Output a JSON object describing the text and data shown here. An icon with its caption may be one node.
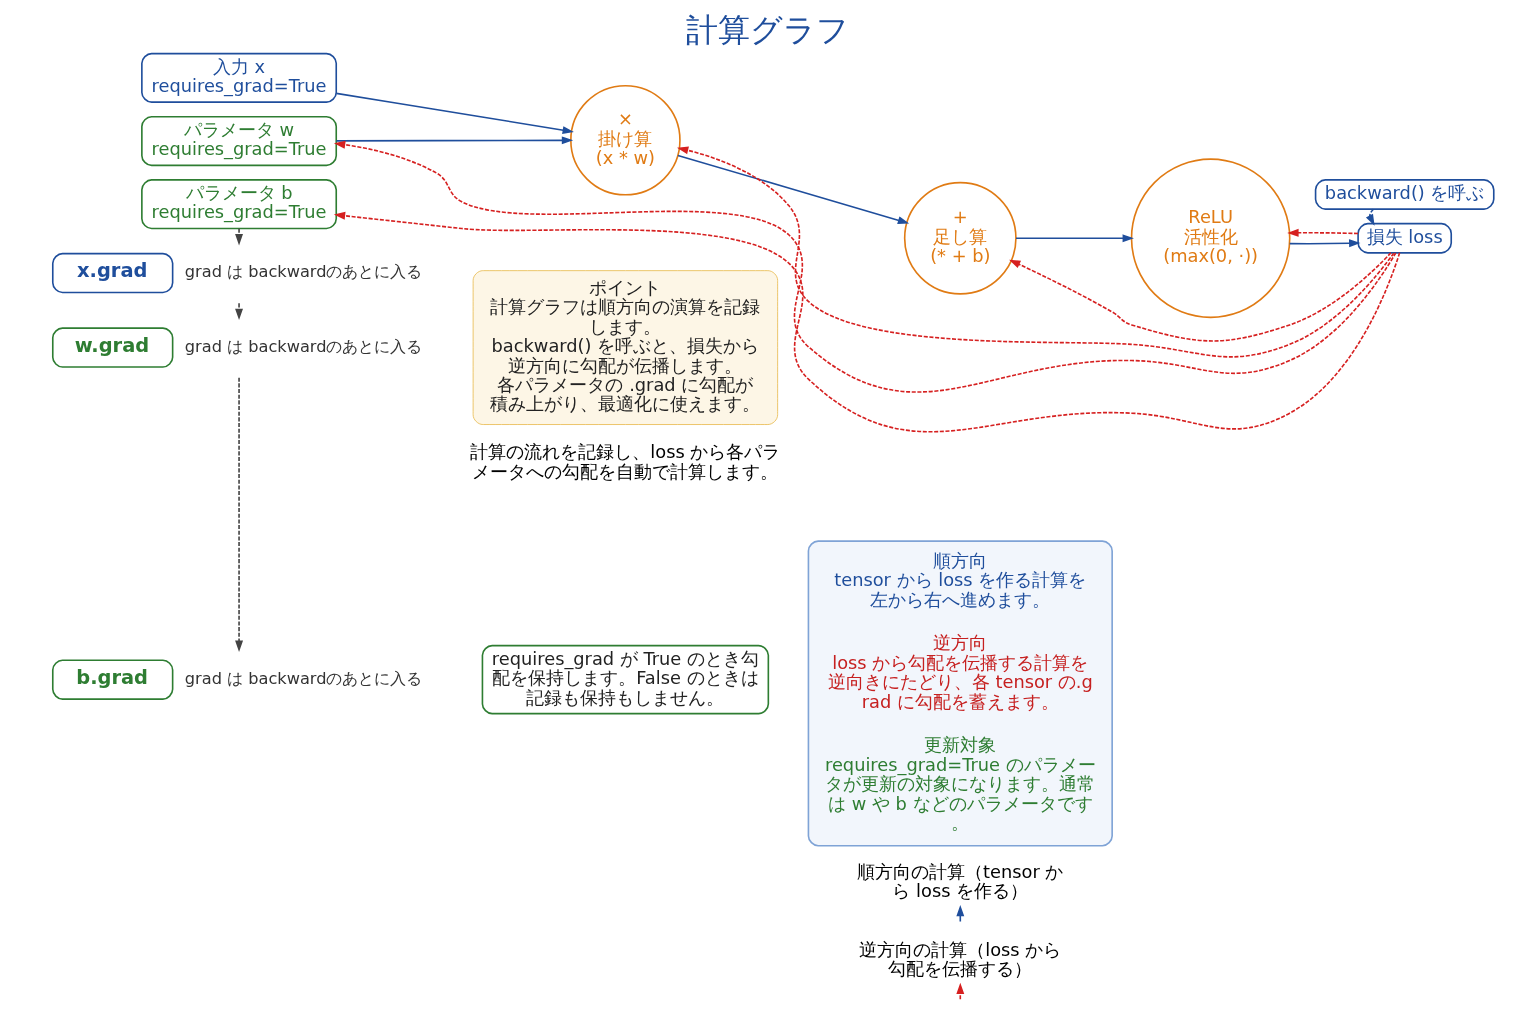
{
  "diagram": {
    "title": "計算グラフ",
    "nodes": [
      {
        "text": [
          "入力 x",
          "requires_grad=True"
        ]
      },
      {
        "text": [
          "パラメータ w",
          "requires_grad=True"
        ]
      },
      {
        "text": [
          "パラメータ b",
          "requires_grad=True"
        ]
      },
      {
        "text": [
          "×",
          "掛け算",
          "(x * w)"
        ]
      },
      {
        "text": [
          "+",
          "足し算",
          "(* + b)"
        ]
      },
      {
        "text": [
          "ReLU",
          "活性化",
          "(max(0, ·))"
        ]
      },
      {
        "text": [
          "損失 loss"
        ]
      },
      {
        "text": [
          "backward() を呼ぶ"
        ]
      },
      {
        "text": [
          "x.grad"
        ],
        "beside": [
          "grad は backwardのあとに入る"
        ]
      },
      {
        "text": [
          "w.grad"
        ],
        "beside": [
          "grad は backwardのあとに入る"
        ]
      },
      {
        "text": [
          "b.grad"
        ],
        "beside": [
          "grad は backwardのあとに入る"
        ]
      },
      {
        "text": [
          "requires_grad が True のとき勾配を保持します。False のときは記録も保持もしません。"
        ]
      },
      {
        "text": [],
        "shape": "box"
      },
      {
        "text": [
          "順方向",
          "tensor から loss を作る計算を左から右へ進めます。"
        ],
        "in": 12
      },
      {
        "text": [
          "逆方向",
          "loss から勾配を伝播する計算を逆向きにたどり、各 tensor の.grad に勾配を蓄えます。"
        ],
        "in": 12
      },
      {
        "text": [
          "更新対象",
          "requires_grad=True のパラメータが更新の対象になります。通常は w や b などのパラメータです。"
        ],
        "in": 12
      },
      {
        "text": [
          "ポイント",
          "計算グラフは順方向の演算を記録します。",
          "backward() を呼ぶと、損失から逆方向に勾配が伝播します。",
          "各パラメータの .grad に勾配が積み上がり、最適化に使えます。"
        ]
      }
    ],
    "edges": [
      {
        "from": 0,
        "to": 3,
        "arrow": "to"
      },
      {
        "from": 1,
        "to": 3,
        "arrow": "to"
      },
      {
        "from": 3,
        "to": 4,
        "arrow": "to"
      },
      {
        "from": 4,
        "to": 5,
        "arrow": "to"
      },
      {
        "from": 5,
        "to": 6,
        "arrow": "to"
      },
      {
        "from": 7,
        "to": 6,
        "arrow": "to",
        "style": "dashed"
      },
      {
        "from": 6,
        "to": 5,
        "arrow": "to",
        "style": "dashed",
        "color": "#d62020"
      },
      {
        "from": 6,
        "to": 4,
        "arrow": "to",
        "style": "dashed",
        "color": "#d62020"
      },
      {
        "from": 6,
        "to": 3,
        "arrow": "to",
        "style": "dashed",
        "color": "#d62020"
      },
      {
        "from": 6,
        "to": 1,
        "arrow": "to",
        "style": "dashed",
        "color": "#d62020"
      },
      {
        "from": 6,
        "to": 2,
        "arrow": "to",
        "style": "dashed",
        "color": "#d62020"
      },
      {
        "from": 2,
        "to": 8,
        "arrow": "to",
        "style": "dashed",
        "color": "#444444"
      },
      {
        "from": 8,
        "to": 9,
        "arrow": "to",
        "style": "dashed",
        "color": "#444444"
      },
      {
        "from": 9,
        "to": 10,
        "arrow": "to",
        "style": "dashed",
        "color": "#444444"
      }
    ],
    "labels": [
      "計算の流れを記録し、loss から各パラメータへの勾配を自動で計算します。"
    ],
    "legend": [
      {
        "text": "順方向の計算（tensor から loss を作る）"
      },
      {
        "text": "逆方向の計算（loss から勾配を伝播する）"
      }
    ]
  }
}
